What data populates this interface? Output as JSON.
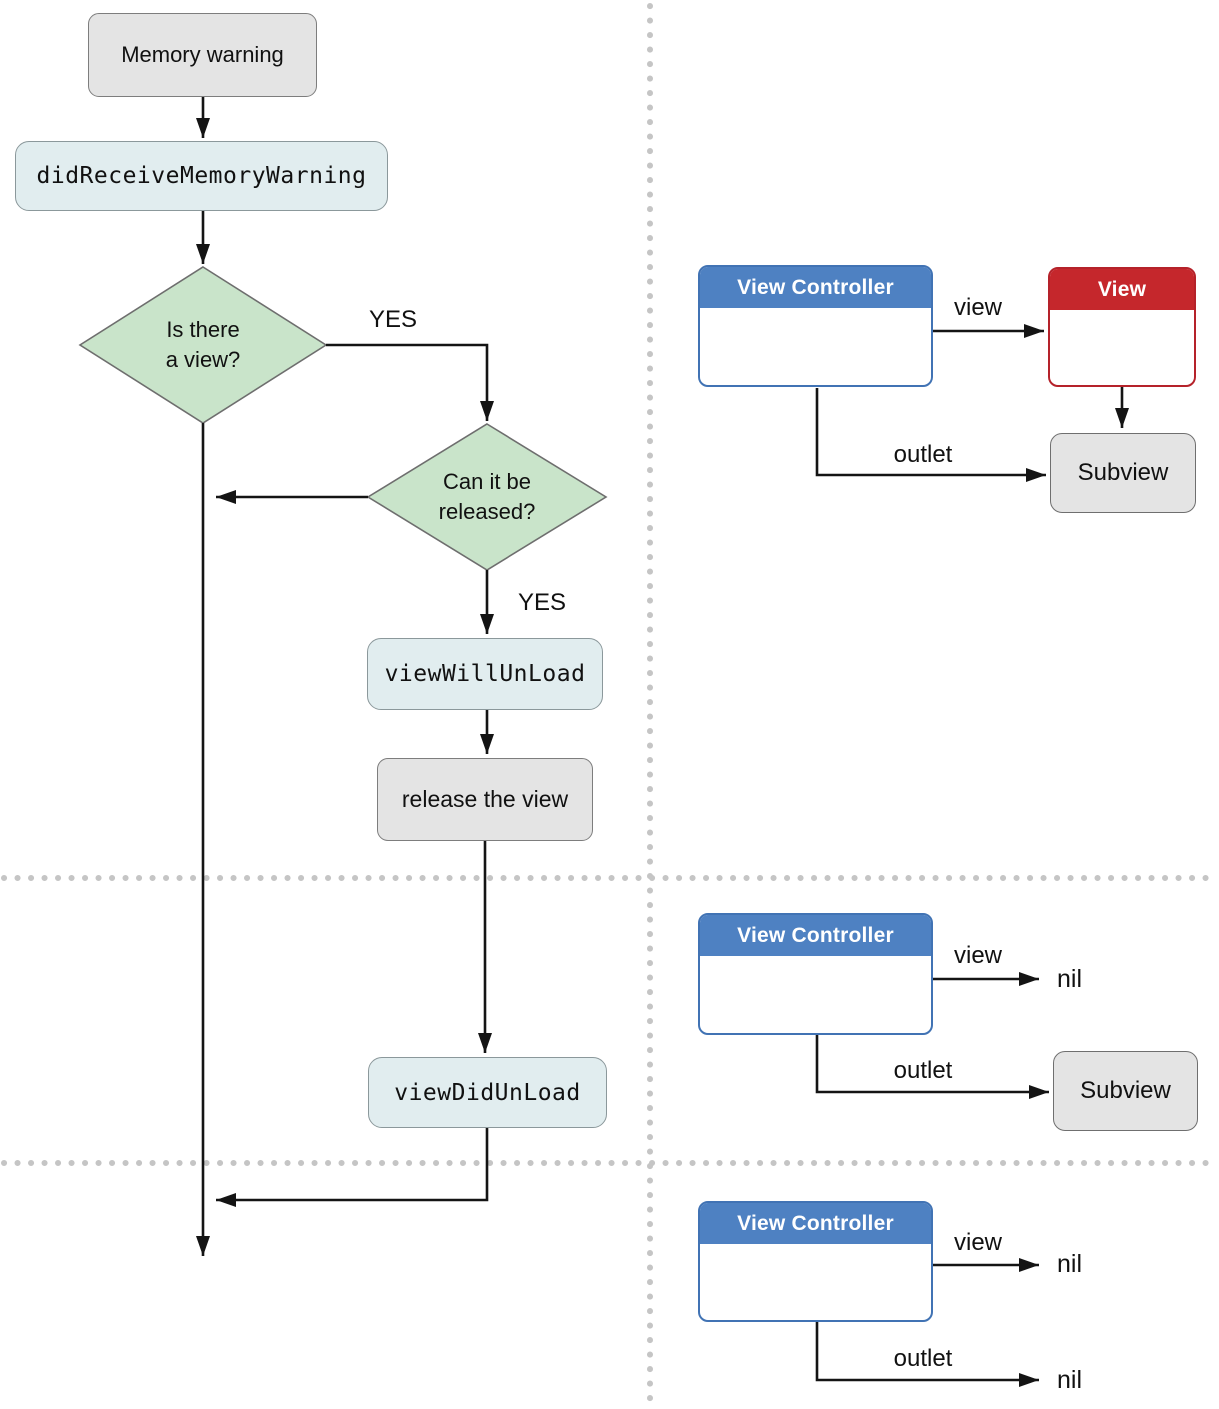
{
  "flowchart": {
    "start": "Memory warning",
    "did_receive_memory_warning": "didReceiveMemoryWarning",
    "diamond_is_view": {
      "line1": "Is there",
      "line2": "a view?"
    },
    "diamond_can_release": {
      "line1": "Can it be",
      "line2": "released?"
    },
    "yes_branch_1": "YES",
    "yes_branch_2": "YES",
    "view_will_unload": "viewWillUnLoad",
    "release_the_view": "release the view",
    "view_did_unload": "viewDidUnLoad"
  },
  "sections": [
    {
      "controller_title": "View Controller",
      "view_edge_label": "view",
      "view_box_title": "View",
      "outlet_edge_label": "outlet",
      "subview_title": "Subview"
    },
    {
      "controller_title": "View Controller",
      "view_edge_label": "view",
      "view_target": "nil",
      "outlet_edge_label": "outlet",
      "subview_title": "Subview"
    },
    {
      "controller_title": "View Controller",
      "view_edge_label": "view",
      "view_target": "nil",
      "outlet_edge_label": "outlet",
      "outlet_target": "nil"
    }
  ],
  "colors": {
    "controller_header_blue": "#4e81c2",
    "view_header_red": "#c5272c",
    "decision_green": "#c9e4ca",
    "method_box_blue": "#e1edef",
    "plain_box_gray": "#e4e4e4",
    "divider_dots_gray": "#c5c5c5",
    "connector_black": "#141414"
  }
}
